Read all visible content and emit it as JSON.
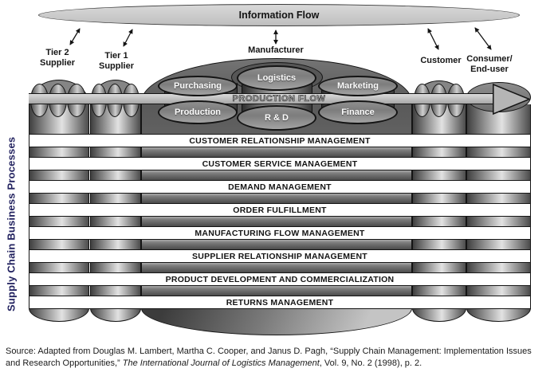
{
  "info_flow_label": "Information Flow",
  "entities": {
    "tier2_supplier": {
      "line1": "Tier 2",
      "line2": "Supplier"
    },
    "tier1_supplier": {
      "line1": "Tier 1",
      "line2": "Supplier"
    },
    "manufacturer": {
      "line1": "Manufacturer"
    },
    "customer": {
      "line1": "Customer"
    },
    "consumer": {
      "line1": "Consumer/",
      "line2": "End-user"
    }
  },
  "functions": [
    "Purchasing",
    "Logistics",
    "Marketing",
    "Production",
    "R & D",
    "Finance"
  ],
  "production_flow_label": "PRODUCTION FLOW",
  "processes": [
    "CUSTOMER RELATIONSHIP MANAGEMENT",
    "CUSTOMER SERVICE MANAGEMENT",
    "DEMAND MANAGEMENT",
    "ORDER FULFILLMENT",
    "MANUFACTURING FLOW MANAGEMENT",
    "SUPPLIER RELATIONSHIP MANAGEMENT",
    "PRODUCT DEVELOPMENT AND COMMERCIALIZATION",
    "RETURNS MANAGEMENT"
  ],
  "side_label": "Supply Chain Business Processes",
  "source": {
    "prefix": "Source: Adapted from Douglas M. Lambert, Martha C. Cooper, and Janus D. Pagh, “Supply Chain Management: Implementation Issues and Research Opportunities,” ",
    "journal": "The International Journal of Logistics Management",
    "suffix": ", Vol. 9, No. 2 (1998), p. 2."
  },
  "colors": {
    "ink": "#141414",
    "side_label_ink": "#232360",
    "info_ellipse_fill": "#cccccc",
    "dome_fill": "#666666",
    "band_fill": "#ffffff"
  }
}
